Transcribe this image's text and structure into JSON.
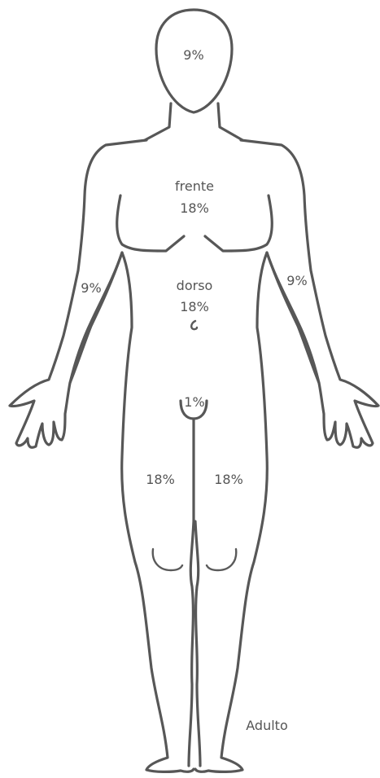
{
  "labels": {
    "head": "9%",
    "chest_front": "frente",
    "chest_front_pct": "18%",
    "back": "dorso",
    "back_pct": "18%",
    "arm_right_side": "9%",
    "arm_left_side": "9%",
    "groin": "1%",
    "leg_right_side": "18%",
    "leg_left_side": "18%",
    "caption": "Adulto"
  },
  "colors": {
    "outline": "#575757",
    "text": "#555555",
    "background": "#ffffff"
  }
}
